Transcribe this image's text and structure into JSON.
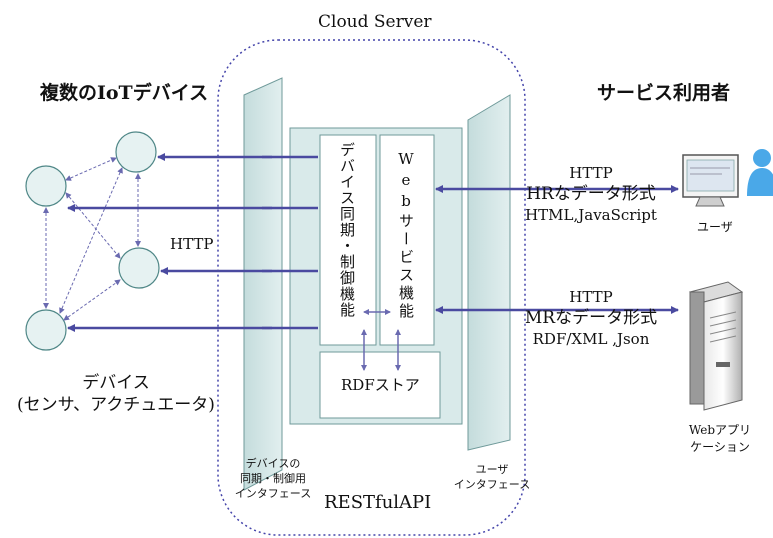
{
  "cloud_title": "Cloud Server",
  "left_heading": "複数のIoTデバイス",
  "right_heading": "サービス利用者",
  "device_label_line1": "デバイス",
  "device_label_line2": "(センサ、アクチュエータ)",
  "http_left": "HTTP",
  "sync_function": "デバイス同期・制御機能",
  "web_function": "Webサービス機能",
  "rdf_store": "RDFストア",
  "left_panel_caption": [
    "デバイスの",
    "同期・制御用",
    "インタフェース"
  ],
  "right_panel_caption": [
    "ユーザ",
    "インタフェース"
  ],
  "restful_api": "RESTfulAPI",
  "conn_user": {
    "protocol": "HTTP",
    "format": "HRなデータ形式",
    "examples": "HTML,JavaScript"
  },
  "conn_app": {
    "protocol": "HTTP",
    "format": "MRなデータ形式",
    "examples": "RDF/XML ,Json"
  },
  "user_label": "ユーザ",
  "webapp_label": [
    "Webアプリ",
    "ケーション"
  ],
  "colors": {
    "arrow": "#4a4aa0",
    "node_fill": "#e6f2f2",
    "node_stroke": "#4f8787",
    "panel_fill": "#d5e6e6",
    "cloud_border": "#4444aa"
  },
  "icons": {
    "user": "user-computer-icon",
    "server": "server-icon"
  }
}
